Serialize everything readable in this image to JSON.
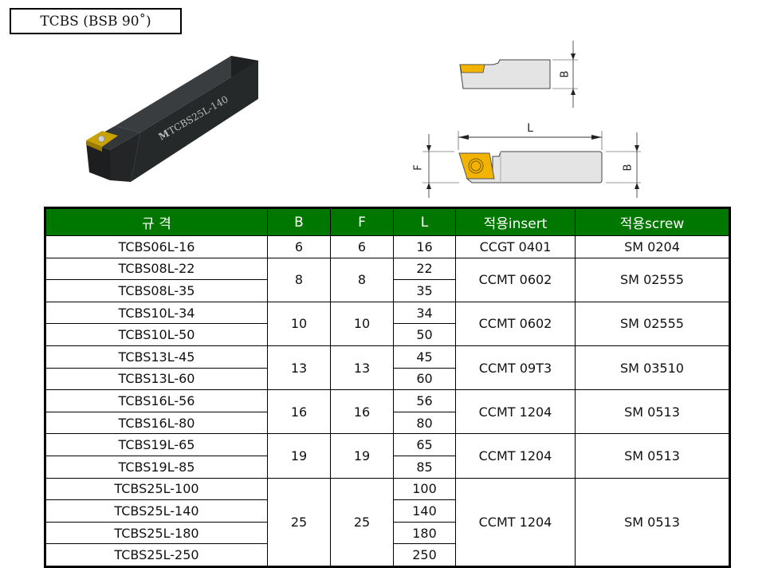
{
  "title": "TCBS (BSB 90˚)",
  "photo": {
    "engraving": "TCBS25L-140",
    "logo": "M"
  },
  "diagram": {
    "dim_B": "B",
    "dim_F": "F",
    "dim_L": "L"
  },
  "colors": {
    "header_green": "#007800",
    "insert_gold": "#F2B400",
    "holder_body": "#2a2d2e"
  },
  "table": {
    "headers": [
      "규 격",
      "B",
      "F",
      "L",
      "적용insert",
      "적용screw"
    ],
    "groups": [
      {
        "B": "6",
        "F": "6",
        "insert": "CCGT 0401",
        "screw": "SM 0204",
        "rows": [
          {
            "spec": "TCBS06L-16",
            "L": "16"
          }
        ]
      },
      {
        "B": "8",
        "F": "8",
        "insert": "CCMT 0602",
        "screw": "SM 02555",
        "rows": [
          {
            "spec": "TCBS08L-22",
            "L": "22"
          },
          {
            "spec": "TCBS08L-35",
            "L": "35"
          }
        ]
      },
      {
        "B": "10",
        "F": "10",
        "insert": "CCMT 0602",
        "screw": "SM 02555",
        "rows": [
          {
            "spec": "TCBS10L-34",
            "L": "34"
          },
          {
            "spec": "TCBS10L-50",
            "L": "50"
          }
        ]
      },
      {
        "B": "13",
        "F": "13",
        "insert": "CCMT 09T3",
        "screw": "SM 03510",
        "rows": [
          {
            "spec": "TCBS13L-45",
            "L": "45"
          },
          {
            "spec": "TCBS13L-60",
            "L": "60"
          }
        ]
      },
      {
        "B": "16",
        "F": "16",
        "insert": "CCMT 1204",
        "screw": "SM 0513",
        "rows": [
          {
            "spec": "TCBS16L-56",
            "L": "56"
          },
          {
            "spec": "TCBS16L-80",
            "L": "80"
          }
        ]
      },
      {
        "B": "19",
        "F": "19",
        "insert": "CCMT 1204",
        "screw": "SM 0513",
        "rows": [
          {
            "spec": "TCBS19L-65",
            "L": "65"
          },
          {
            "spec": "TCBS19L-85",
            "L": "85"
          }
        ]
      },
      {
        "B": "25",
        "F": "25",
        "insert": "CCMT 1204",
        "screw": "SM 0513",
        "rows": [
          {
            "spec": "TCBS25L-100",
            "L": "100"
          },
          {
            "spec": "TCBS25L-140",
            "L": "140"
          },
          {
            "spec": "TCBS25L-180",
            "L": "180"
          },
          {
            "spec": "TCBS25L-250",
            "L": "250"
          }
        ]
      }
    ]
  }
}
